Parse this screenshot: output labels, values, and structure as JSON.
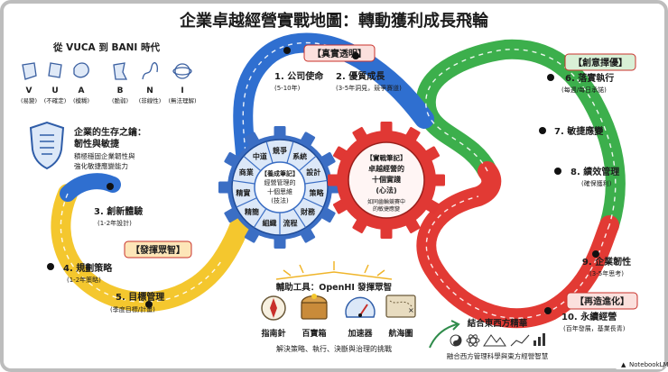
{
  "title": "企業卓越經營實戰地圖：轉動獲利成長飛輪",
  "vuca_bani": {
    "header": "從 VUCA 到 BANI 時代",
    "vuca": [
      {
        "letter": "V",
        "meaning": "(易變)"
      },
      {
        "letter": "U",
        "meaning": "(不確定)"
      },
      {
        "letter": "A",
        "meaning": "(模糊)"
      }
    ],
    "bani": [
      {
        "letter": "B",
        "meaning": "(脆弱)"
      },
      {
        "letter": "N",
        "meaning": "(非線性)"
      },
      {
        "letter": "I",
        "meaning": "(無法理解)"
      }
    ]
  },
  "survival": {
    "title_line1": "企業的生存之鑰：",
    "title_line2": "韌性與敏捷",
    "desc_line1": "積極穩固企業韌性與",
    "desc_line2": "強化敏捷應變能力"
  },
  "phases": {
    "truth": "【真實透明】",
    "wisdom": "【發揮眾智】",
    "innovation": "【創意擇優】",
    "evolution": "【再造進化】"
  },
  "steps": [
    {
      "label": "1. 公司使命",
      "sub": "(5-10年)"
    },
    {
      "label": "2. 優質成長",
      "sub": "(3-5年洞見，競爭賽道)"
    },
    {
      "label": "3. 創新體驗",
      "sub": "(1-2年設計)"
    },
    {
      "label": "4. 規劃策略",
      "sub": "(1-2年策略)"
    },
    {
      "label": "5. 目標管理",
      "sub": "(季度目標/計畫)"
    },
    {
      "label": "6. 落實執行",
      "sub": "(每週/每日承諾)"
    },
    {
      "label": "7. 敏捷應變",
      "sub": ""
    },
    {
      "label": "8. 績效管理",
      "sub": "(確保獲利)"
    },
    {
      "label": "9. 企業韌性",
      "sub": "(3-5年思考)"
    },
    {
      "label": "10. 永續經營",
      "sub": "(百年發展，基業長青)"
    }
  ],
  "blue_gear": {
    "center_lines": [
      "【養成筆記】",
      "經營管理的",
      "十個思維",
      "(技法)"
    ],
    "segments": [
      "競爭",
      "系統",
      "設計",
      "策略",
      "財務",
      "流程",
      "組織",
      "精簡",
      "精實",
      "商業",
      "中道"
    ]
  },
  "red_gear": {
    "center_lines": [
      "【實戰筆記】",
      "卓越經營的",
      "十個實踐",
      "(心法)"
    ],
    "note_lines": [
      "如同齒輪競賽中",
      "的敏捷應變"
    ]
  },
  "tools": {
    "header": "輔助工具：OpenHI 發揮眾智",
    "items": [
      {
        "label": "指南針",
        "icon": "compass-icon"
      },
      {
        "label": "百寶箱",
        "icon": "treasure-chest-icon"
      },
      {
        "label": "加速器",
        "icon": "speedometer-icon"
      },
      {
        "label": "航海圖",
        "icon": "map-icon"
      }
    ],
    "footer": "解決策略、執行、決斷與治理的挑戰"
  },
  "east_west": {
    "header": "結合東西方精華",
    "footer": "融合西方管理科學與東方經營智慧"
  },
  "watermark": "NotebookLM",
  "colors": {
    "blue": "#2f6fd0",
    "red": "#e23a34",
    "green": "#3caf4c",
    "yellow": "#f4c72e",
    "gear_blue": "#3b6ec4",
    "gear_red": "#e03834",
    "gear_blue_light": "#dce8f8",
    "tag_pink": "#fbe0dd",
    "tag_red": "#c8302a",
    "tag_green_bg": "#d9f0d6",
    "tag_yellow_bg": "#fde6b8",
    "frame": "#bdbdbd"
  }
}
